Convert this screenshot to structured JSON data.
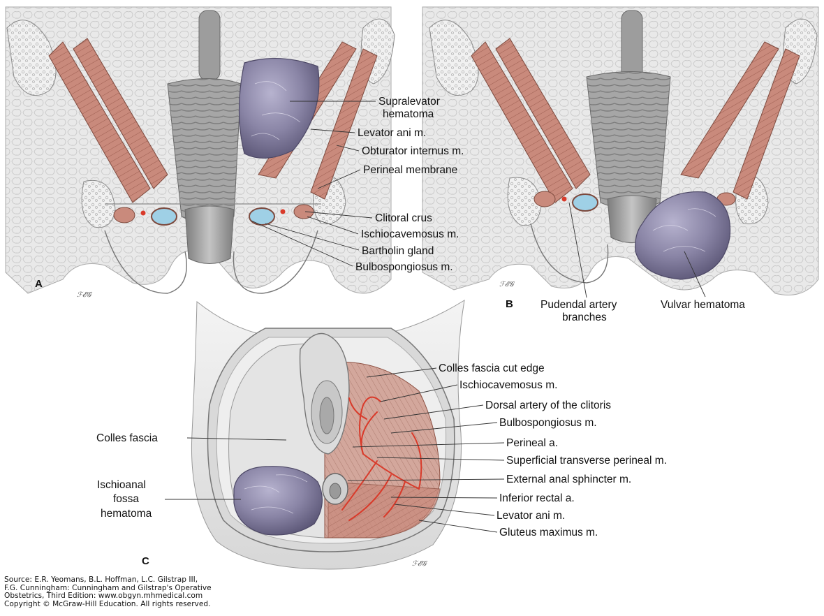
{
  "panels": {
    "a": {
      "letter": "A",
      "labels": {
        "supralevator_hematoma": [
          "Supralevator",
          "hematoma"
        ],
        "levator_ani": "Levator ani m.",
        "obturator_internus": "Obturator internus m.",
        "perineal_membrane": "Perineal membrane",
        "clitoral_crus": "Clitoral crus",
        "ischiocavernosus": "Ischiocavemosus m.",
        "bartholin_gland": "Bartholin gland",
        "bulbospongiosus": "Bulbospongiosus m."
      }
    },
    "b": {
      "letter": "B",
      "labels": {
        "pudendal_artery_branches": [
          "Pudendal artery",
          "branches"
        ],
        "vulvar_hematoma": "Vulvar hematoma"
      }
    },
    "c": {
      "letter": "C",
      "labels": {
        "colles_fascia_cut_edge": "Colles fascia cut edge",
        "ischiocavernosus": "Ischiocavemosus m.",
        "dorsal_artery": "Dorsal artery of the clitoris",
        "bulbospongiosus": "Bulbospongiosus m.",
        "perineal_a": "Perineal a.",
        "superficial_transverse": "Superficial transverse perineal m.",
        "external_anal_sphincter": "External anal sphincter m.",
        "inferior_rectal": "Inferior rectal a.",
        "levator_ani": "Levator ani m.",
        "gluteus_maximus": "Gluteus maximus m.",
        "colles_fascia": "Colles fascia",
        "ischioanal_hematoma": [
          "Ischioanal",
          "fossa",
          "hematoma"
        ]
      }
    }
  },
  "source": "Source: E.R. Yeomans, B.L. Hoffman, L.C. Gilstrap III,\nF.G. Cunningham: Cunningham and Gilstrap's Operative\nObstetrics, Third Edition: www.obgyn.mhmedical.com\nCopyright © McGraw-Hill Education. All rights reserved.",
  "colors": {
    "muscle": "#c9887a",
    "muscle_line": "#8e5244",
    "hematoma": "#8a85a6",
    "hematoma_dark": "#5f5a7a",
    "vagina": "#9a9a9a",
    "tissue": "#e6e6e6",
    "bone": "#ececec",
    "artery": "#d93a2a",
    "gland": "#9fd0e6"
  }
}
